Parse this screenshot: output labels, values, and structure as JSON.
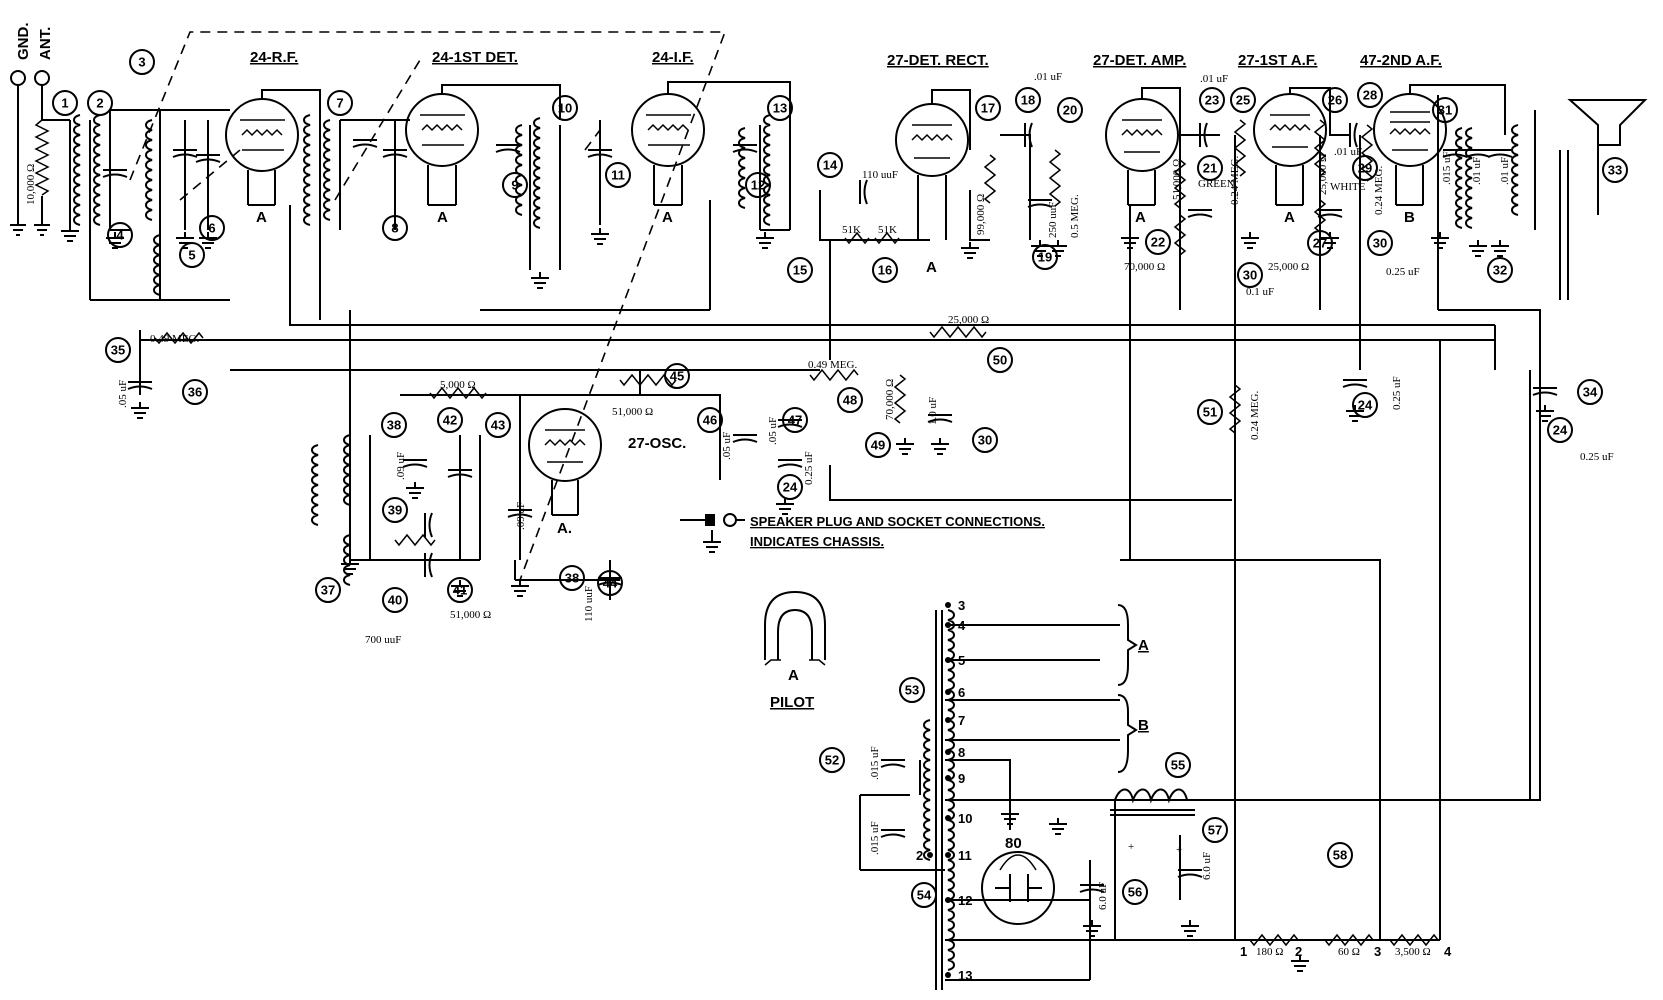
{
  "terminals": {
    "gnd": "GND.",
    "ant": "ANT."
  },
  "stages": {
    "rf": "24-R.F.",
    "first_det": "24-1ST DET.",
    "if": "24-I.F.",
    "det_rect": "27-DET. RECT.",
    "det_amp": "27-DET. AMP.",
    "first_af": "27-1ST A.F.",
    "second_af": "47-2ND A.F.",
    "osc": "27-OSC.",
    "rectifier": "80"
  },
  "tube_heaters": {
    "a": "A",
    "b": "B",
    "a_osc": "A."
  },
  "pilot": {
    "label": "PILOT",
    "heater": "A"
  },
  "legend": {
    "speaker_plug": "SPEAKER PLUG AND SOCKET CONNECTIONS.",
    "chassis": "INDICATES CHASSIS."
  },
  "values": {
    "r1": "10,000 Ω",
    "c35": ".05 uF",
    "r36": "0.49 MEG.",
    "c14": "110 uuF",
    "r15": "51K",
    "r16": "51K",
    "r17": "99,000 Ω",
    "c18": ".01 uF",
    "c19": "250 uuF",
    "r20": "0.5 MEG.",
    "c23": ".01 uF",
    "r21": "51,000 Ω",
    "green": "GREEN",
    "r22": "70,000 Ω",
    "c30a": "0.1 uF",
    "r25": "0.24 MEG.",
    "r27a": "25,000 Ω",
    "r27b": "25,000 Ω",
    "white": "WHITE",
    "c28": ".01 uF",
    "r29": "0.24 MEG.",
    "c30b": "0.25 uF",
    "c31a": ".015 uF",
    "c31b": ".01 uF",
    "c31c": ".01 uF",
    "r50": "25,000 Ω",
    "r48": "0.49 MEG.",
    "r49": "70,000 Ω",
    "c30c": "1.0 uF",
    "r51": "0.24 MEG.",
    "c24a": "0.25 uF",
    "c24b": "0.25 uF",
    "c24c": "0.25 uF",
    "r42": "5,000 Ω",
    "r45": "51,000 Ω",
    "c46": ".05 uF",
    "c47": ".05 uF",
    "c38a": ".09 uF",
    "c38b": ".09 uF",
    "r41": "51,000 Ω",
    "c40": "700 uuF",
    "c44": "110 uuF",
    "c52a": ".015 uF",
    "c52b": ".015 uF",
    "c56": "6.0 uF",
    "c57": "6.0 uF",
    "r58a": "180 Ω",
    "r58b": "60 Ω",
    "r58c": "3,500 Ω",
    "plus": "+"
  },
  "taps": [
    "1",
    "2",
    "3",
    "4"
  ],
  "transformer_pins": [
    "2",
    "3",
    "4",
    "5",
    "6",
    "7",
    "8",
    "9",
    "10",
    "11",
    "12",
    "13"
  ],
  "heater_groups": {
    "a": "A",
    "b": "B"
  },
  "part_numbers": [
    "1",
    "2",
    "3",
    "4",
    "5",
    "6",
    "7",
    "8",
    "9",
    "10",
    "11",
    "12",
    "13",
    "14",
    "15",
    "16",
    "17",
    "18",
    "19",
    "20",
    "21",
    "22",
    "23",
    "24",
    "25",
    "26",
    "27",
    "28",
    "29",
    "30",
    "31",
    "32",
    "33",
    "34",
    "35",
    "36",
    "37",
    "38",
    "39",
    "40",
    "41",
    "42",
    "43",
    "44",
    "45",
    "46",
    "47",
    "48",
    "49",
    "50",
    "51",
    "52",
    "53",
    "54",
    "55",
    "56",
    "57",
    "58"
  ]
}
